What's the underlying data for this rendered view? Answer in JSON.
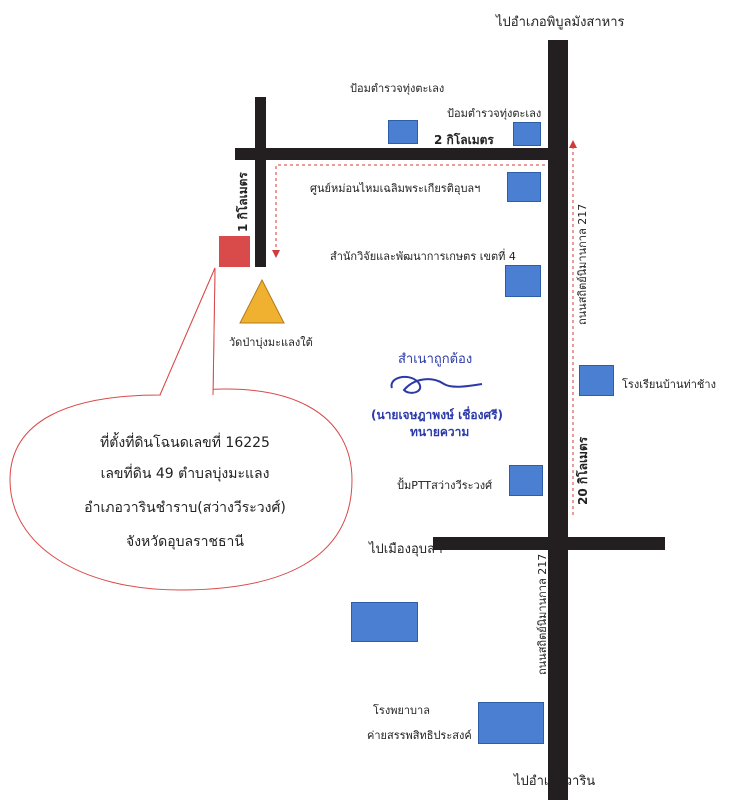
{
  "labels": {
    "to_phibun": "ไปอำเภอพิบูลมังสาหาร",
    "to_ubon": "ไปเมืองอุบลฯ",
    "to_warin": "ไปอำเภอวาริน",
    "police_box_1": "ป้อมตำรวจทุ่งตะเลง",
    "police_box_2": "ป้อมตำรวจทุ่งตะเลง",
    "dist_2km": "2 กิโลเมตร",
    "dist_1km": "1 กิโลเมตร",
    "dist_20km": "20 กิโลเมตร",
    "silk_center": "ศูนย์หม่อนไหมเฉลิมพระเกียรติอุบลฯ",
    "agri_center": "สำนักวิจัยและพัฒนาการเกษตร เขตที่ 4",
    "temple": "วัดป่าบุ่งมะแลงใต้",
    "school": "โรงเรียนบ้านท่าช้าง",
    "ptt": "ปั้มPTTสว่างวีระวงศ์",
    "hospital_line1": "โรงพยาบาล",
    "hospital_line2": "ค่ายสรรพสิทธิประสงค์",
    "highway_upper": "ถนนสถิตย์นิมานกาล 217",
    "highway_lower": "ถนนสถิตย์นิมานกาล 217"
  },
  "callout": {
    "line1": "ที่ตั้งที่ดินโฉนดเลขที่ 16225",
    "line2": "เลขที่ดิน 49 ตำบลบุ่งมะแลง",
    "line3": "อำเภอวารินชำราบ(สว่างวีระวงศ์)",
    "line4": "จังหวัดอุบลราชธานี"
  },
  "stamp": {
    "certified": "สำเนาถูกต้อง",
    "name": "(นายเจษฎาพงษ์  เชื่องศรี)",
    "title": "ทนายความ"
  },
  "colors": {
    "road": "#231f20",
    "building": "#4a7fd1",
    "land_plot": "#d94a4a",
    "temple": "#f0b130",
    "route_arrow": "#d33a3a",
    "callout_outline": "#d94a4a",
    "stamp_ink": "#2b3aa8"
  },
  "icons": {
    "building": "blue-building-square",
    "land_plot": "red-plot-square",
    "temple": "orange-temple-triangle",
    "route": "red-dashed-arrow"
  }
}
